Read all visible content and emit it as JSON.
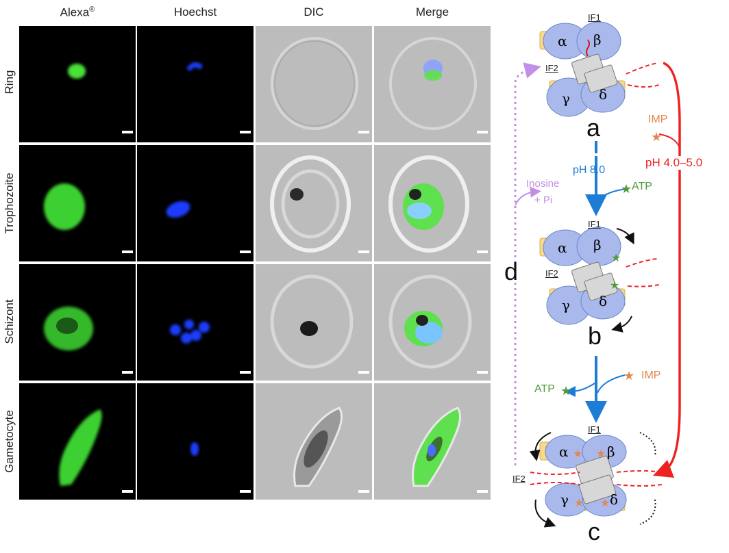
{
  "micrograph": {
    "columns": [
      "Alexa",
      "Hoechst",
      "DIC",
      "Merge"
    ],
    "alexa_superscript": "®",
    "rows": [
      "Ring",
      "Trophozoite",
      "Schizont",
      "Gametocyte"
    ]
  },
  "schematic": {
    "states": [
      "a",
      "b",
      "c",
      "d"
    ],
    "subunits": [
      "α",
      "β",
      "γ",
      "δ"
    ],
    "interfaces": [
      "IF1",
      "IF2"
    ],
    "conditions": {
      "ph_basic": "pH 8.0",
      "ph_acidic": "pH 4.0–5.0"
    },
    "ligands": {
      "atp": "ATP",
      "imp": "IMP",
      "inosine_line1": "Inosine",
      "inosine_line2": "+ Pi"
    },
    "colors": {
      "subunit_fill": "#a9b9ec",
      "bar_fill": "#f9d98a",
      "acid_arrow": "#ee2222",
      "basic_arrow": "#1c7cd6",
      "dotted_arrow": "#c28ee6",
      "atp_color": "#4f9a3c",
      "imp_color": "#e08850"
    }
  }
}
